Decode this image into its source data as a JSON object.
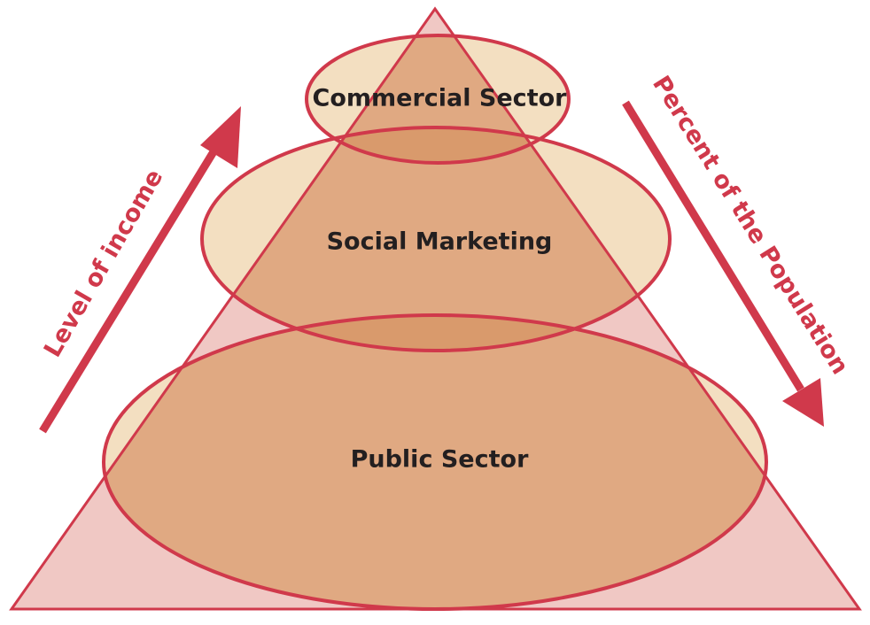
{
  "colors": {
    "outline": "#d0394b",
    "pyramid_fill": "#f0c8c4",
    "ellipse_fill": "#e0a982",
    "ellipse_fill_outside": "#f3dfc1",
    "overlap_fill": "#d99a6c",
    "text": "#231f20"
  },
  "sectors": [
    {
      "id": "commercial",
      "label": "Commercial Sector"
    },
    {
      "id": "social",
      "label": "Social Marketing"
    },
    {
      "id": "public",
      "label": "Public Sector"
    }
  ],
  "arrows": {
    "left": {
      "label": "Level of income",
      "direction": "up"
    },
    "right": {
      "label": "Percent of the Population",
      "direction": "down"
    }
  }
}
